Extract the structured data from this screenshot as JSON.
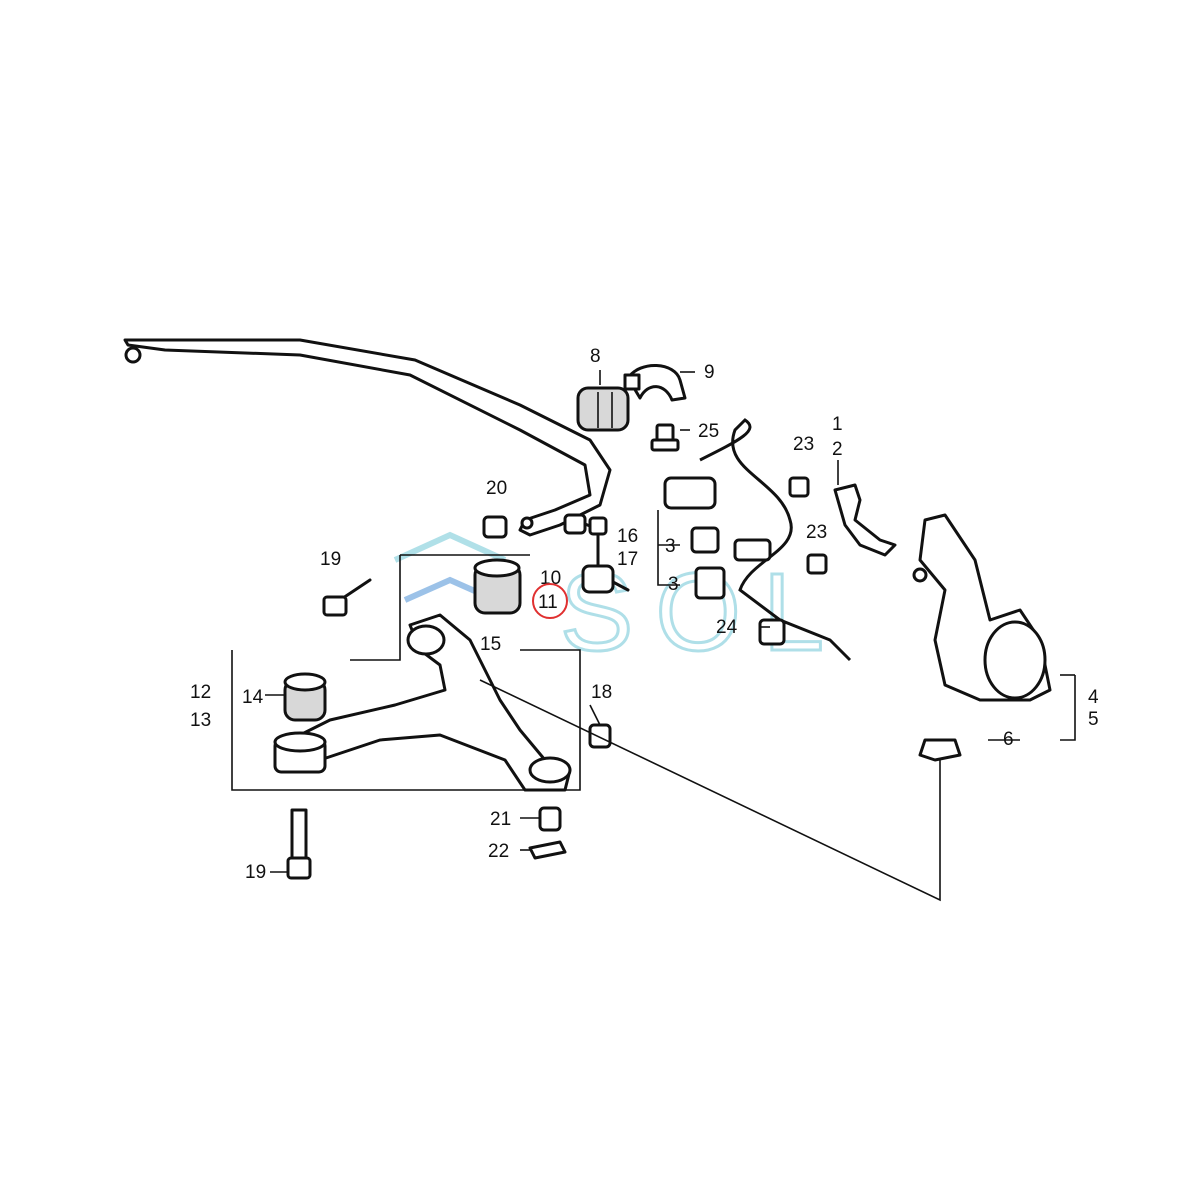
{
  "watermark": {
    "text": "SOL",
    "color": "#6fc6d6"
  },
  "highlight": {
    "label": "11",
    "color": "#e03030"
  },
  "labels": {
    "l1": "1",
    "l2": "2",
    "l3a": "3",
    "l3b": "3",
    "l4": "4",
    "l5": "5",
    "l6": "6",
    "l8": "8",
    "l9": "9",
    "l10": "10",
    "l11": "11",
    "l12": "12",
    "l13": "13",
    "l14": "14",
    "l15": "15",
    "l16": "16",
    "l17": "17",
    "l18": "18",
    "l19a": "19",
    "l19b": "19",
    "l20": "20",
    "l21": "21",
    "l22": "22",
    "l23a": "23",
    "l23b": "23",
    "l24": "24",
    "l25": "25"
  }
}
